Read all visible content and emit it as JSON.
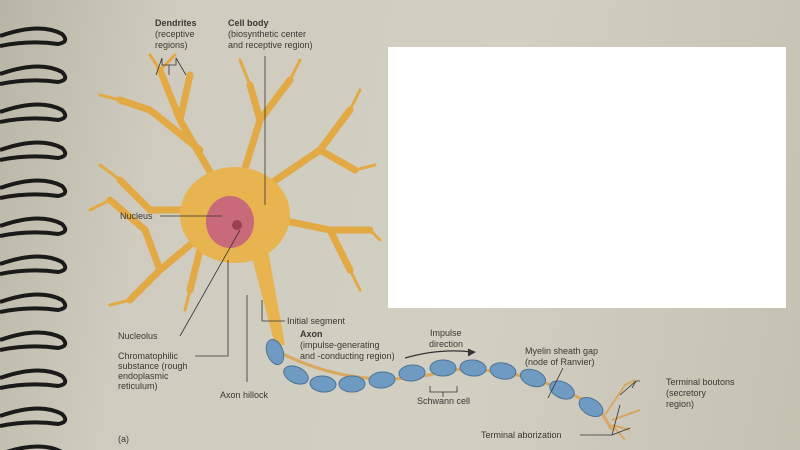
{
  "labels": {
    "dendrites_title": "Dendrites",
    "dendrites_sub1": "(receptive",
    "dendrites_sub2": "regions)",
    "cellbody_title": "Cell body",
    "cellbody_sub1": "(biosynthetic center",
    "cellbody_sub2": "and receptive region)",
    "nucleus": "Nucleus",
    "nucleolus": "Nucleolus",
    "chromato1": "Chromatophilic",
    "chromato2": "substance (rough",
    "chromato3": "endoplasmic",
    "chromato4": "reticulum)",
    "axon_hillock": "Axon hillock",
    "initial_segment": "Initial segment",
    "axon_title": "Axon",
    "axon_sub1": "(impulse-generating",
    "axon_sub2": "and -conducting region)",
    "impulse1": "Impulse",
    "impulse2": "direction",
    "myelin1": "Myelin sheath gap",
    "myelin2": "(node of Ranvier)",
    "schwann": "Schwann cell",
    "boutons1": "Terminal boutons",
    "boutons2": "(secretory",
    "boutons3": "region)",
    "aborization": "Terminal aborization",
    "panel": "(a)"
  },
  "colors": {
    "cell": "#e8b450",
    "nucleus": "#c86a7a",
    "myelin": "#6f9bc2",
    "cover": "#ffffff"
  }
}
